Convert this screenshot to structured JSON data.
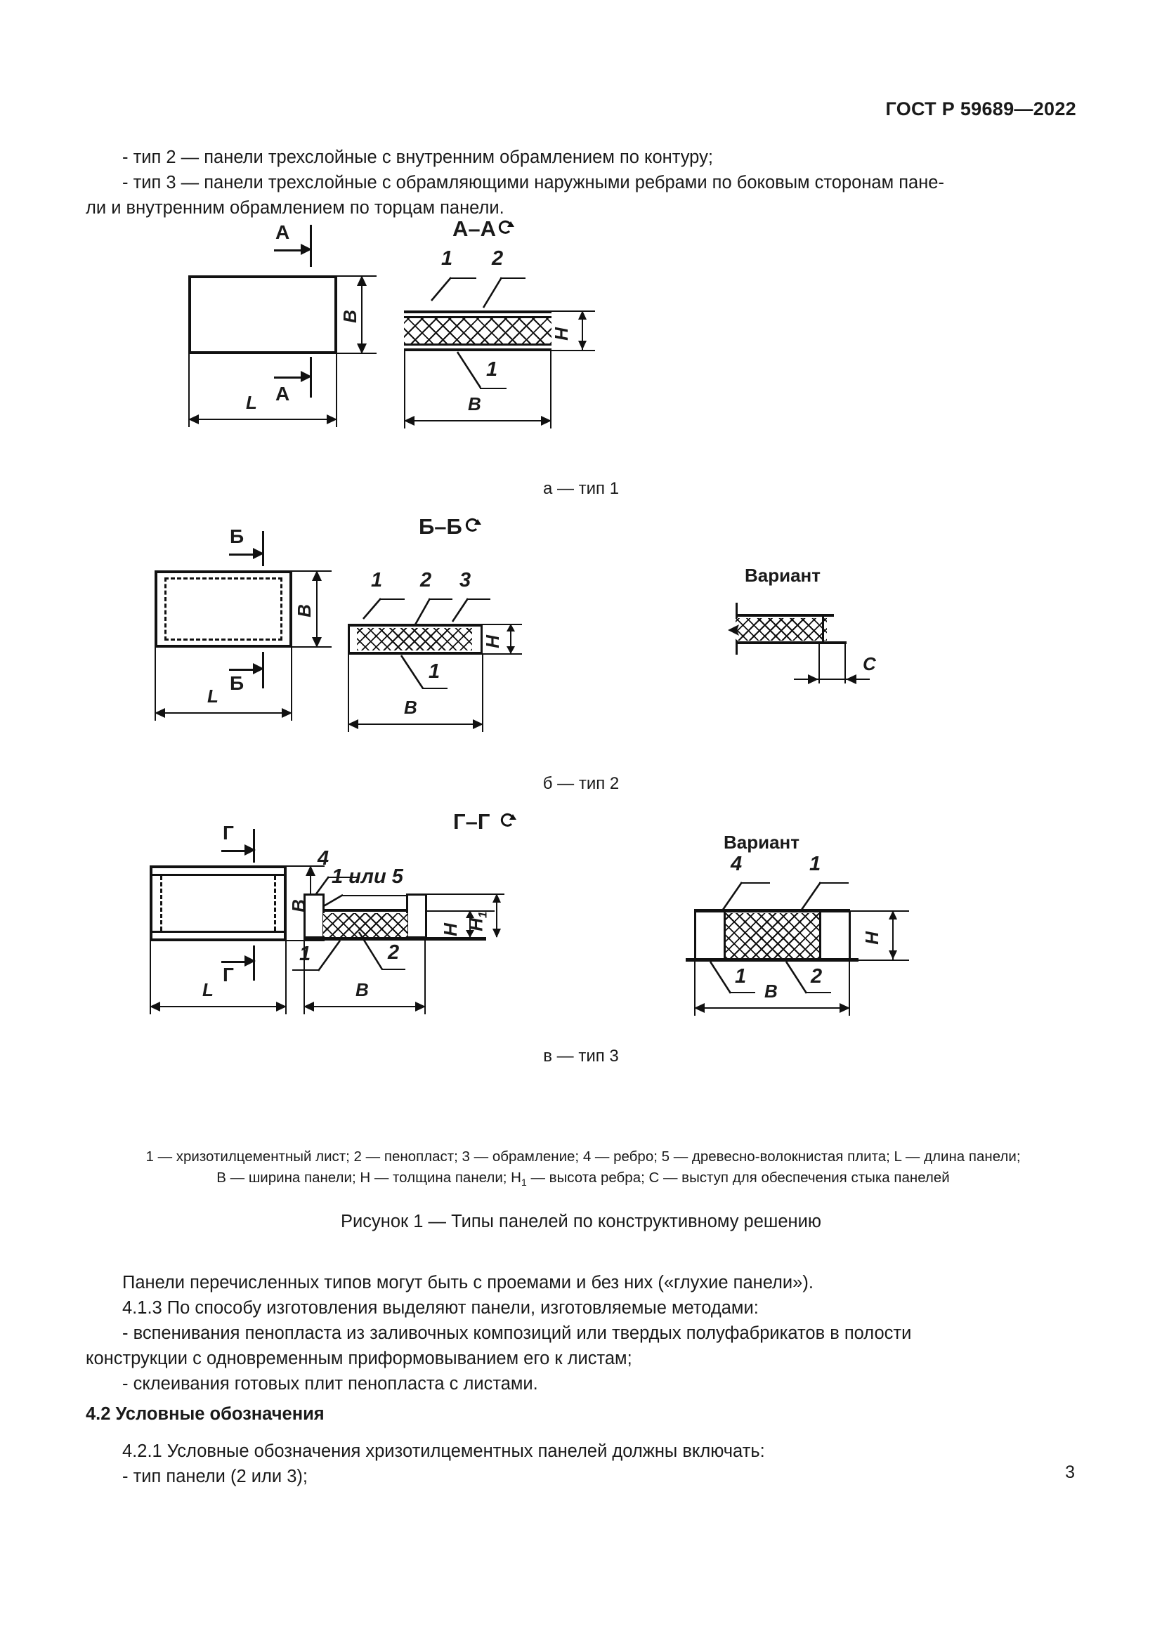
{
  "document": {
    "standard_header": "ГОСТ Р 59689—2022",
    "page_number": "3"
  },
  "top_list": {
    "item_type2": "-  тип 2 — панели трехслойные с внутренним обрамлением по контуру;",
    "item_type3": "-  тип 3 — панели трехслойные с обрамляющими наружными ребрами по боковым сторонам пане-",
    "item_type3_cont": "ли и внутренним обрамлением по торцам панели."
  },
  "figure": {
    "title": "Рисунок 1 — Типы панелей по конструктивному решению",
    "sub_captions": {
      "a": "а — тип 1",
      "b": "б — тип 2",
      "v": "в — тип 3"
    },
    "section_titles": {
      "aa": "А–А",
      "bb": "Б–Б",
      "gg": "Г–Г"
    },
    "variant_label": "Вариант",
    "cut_marks": {
      "a": "А",
      "b": "Б",
      "g": "Г"
    },
    "callouts": {
      "one": "1",
      "two": "2",
      "three": "3",
      "four": "4",
      "one_or_five": "1 или 5"
    },
    "dimensions": {
      "L": "L",
      "B": "B",
      "V": "В",
      "H": "H",
      "H1_base": "H",
      "H1_sub": "1",
      "C": "C"
    },
    "legend_line1": "1 — хризотилцементный лист; 2 — пенопласт; 3 — обрамление; 4 — ребро; 5 — древесно-волокнистая плита; L — длина панели;",
    "legend_line2_pre": "B — ширина панели; H — толщина панели; H",
    "legend_line2_sub": "1",
    "legend_line2_post": " — высота ребра; C — выступ для обеспечения стыка панелей"
  },
  "body": {
    "p_panels": "Панели перечисленных типов могут быть с проемами и без них («глухие панели»).",
    "p_413": "4.1.3 По способу изготовления выделяют панели, изготовляемые методами:",
    "p_foam_1": "-  вспенивания пенопласта из заливочных композиций или твердых полуфабрикатов в полости",
    "p_foam_2": "конструкции с одновременным приформовыванием его к листам;",
    "p_glue": "-  склеивания готовых плит пенопласта с листами.",
    "h_42": "4.2 Условные обозначения",
    "p_421": "4.2.1 Условные обозначения хризотилцементных панелей должны включать:",
    "p_421_item": "-  тип панели (2 или 3);"
  }
}
